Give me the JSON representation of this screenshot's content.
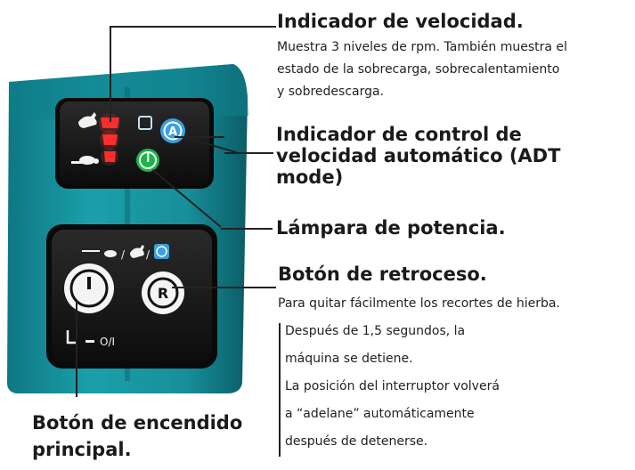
{
  "labels": {
    "speed_indicator": {
      "title": "Indicador de velocidad.",
      "desc_lines": [
        "Muestra 3 niveles de rpm. También muestra el",
        "estado de la sobrecarga, sobrecalentamiento",
        "y sobredescarga."
      ]
    },
    "adt_indicator": {
      "title_lines": [
        "Indicador de control de",
        "velocidad automático (ADT",
        "mode)"
      ]
    },
    "power_lamp": {
      "title": "Lámpara de potencia."
    },
    "reverse_button": {
      "title": "Botón de retroceso.",
      "desc": "Para quitar fácilmente los recortes de hierba.",
      "note_lines": [
        "Después de 1,5 segundos, la",
        "máquina se detiene.",
        "La posición del interruptor volverá",
        "a “adelane” automáticamente",
        "después de detenerse."
      ]
    },
    "main_power_button": {
      "title_lines": [
        "Botón de encendido",
        "principal."
      ]
    }
  },
  "device": {
    "switch_label": "O/I",
    "reverse_symbol": "R",
    "adt_symbol": "A",
    "colors": {
      "housing": "#178e99",
      "housing_dark": "#0d6a73",
      "panel": "#161616",
      "led_red": "#ff2a2a",
      "adt_blue": "#3aa0e0",
      "power_green": "#22b14c"
    }
  }
}
